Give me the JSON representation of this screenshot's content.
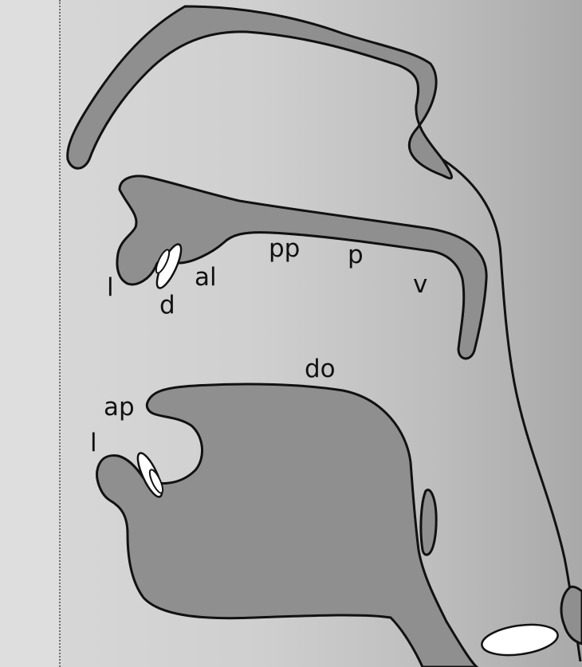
{
  "labels": {
    "lip_upper": "l",
    "teeth_upper": "d",
    "alveolar": "al",
    "prepalatal": "pp",
    "palatal": "p",
    "velar": "v",
    "dorsum": "do",
    "apex": "ap",
    "lip_lower": "l"
  },
  "colors": {
    "background": "#c9c9c9",
    "tissue_fill": "#8f8f8f",
    "outline": "#111111",
    "teeth_fill": "#ffffff"
  }
}
